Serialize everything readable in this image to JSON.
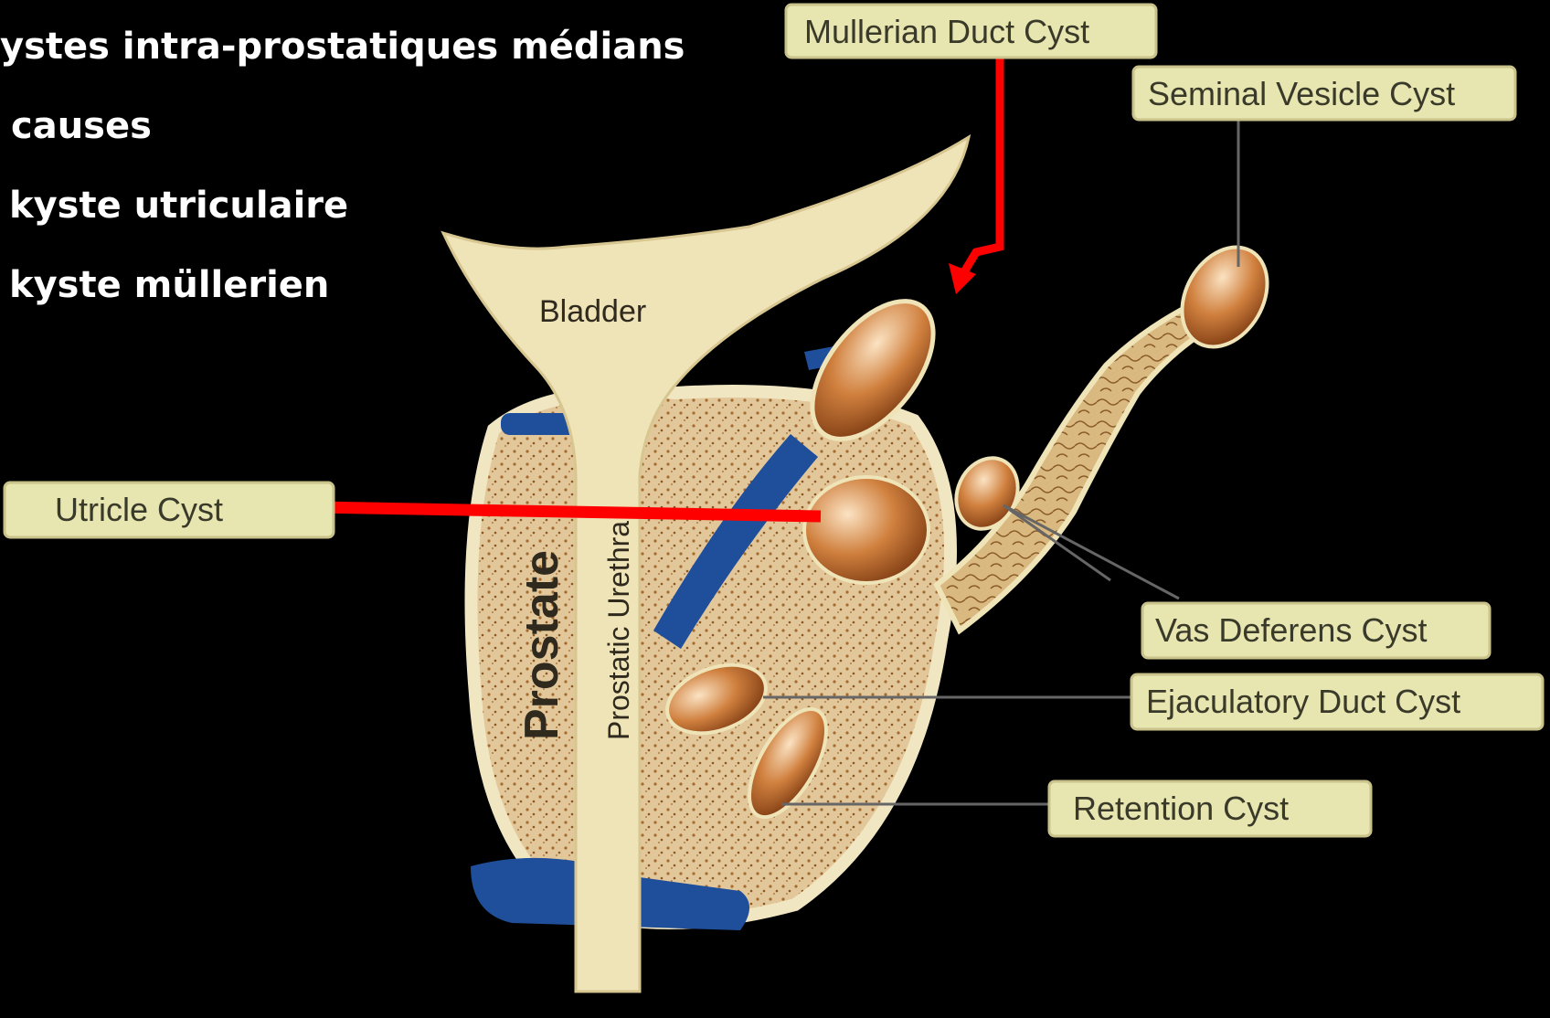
{
  "bullets": [
    "ystes intra-prostatiques médians",
    "causes",
    "kyste utriculaire",
    "kyste müllerien"
  ],
  "labels": {
    "mullerian": "Mullerian Duct Cyst",
    "seminal": "Seminal Vesicle Cyst",
    "utricle": "Utricle  Cyst",
    "vas": "Vas Deferens Cyst",
    "ejaculatory": "Ejaculatory Duct  Cyst",
    "retention": "Retention  Cyst"
  },
  "organs": {
    "bladder": "Bladder",
    "prostate": "Prostate",
    "urethra": "Prostatic Urethra"
  },
  "colors": {
    "background": "#000000",
    "label_fill": "#e8e6b0",
    "tissue": "#efe3b8",
    "cyst": "#c8692a",
    "vessel": "#1f4e9a",
    "pointer": "#ff0000"
  }
}
